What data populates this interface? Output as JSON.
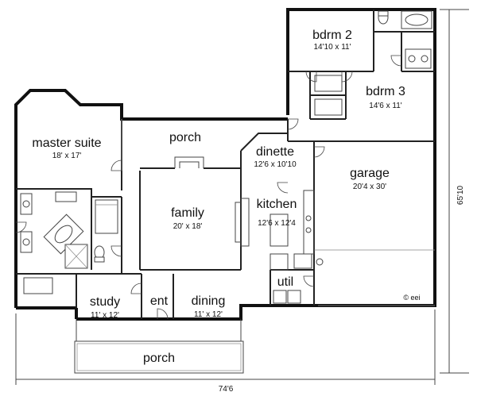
{
  "rooms": {
    "bdrm2": {
      "name": "bdrm 2",
      "size": "14'10 x 11'"
    },
    "bdrm3": {
      "name": "bdrm 3",
      "size": "14'6 x 11'"
    },
    "master": {
      "name": "master suite",
      "size": "18' x 17'"
    },
    "porch_top": {
      "name": "porch"
    },
    "dinette": {
      "name": "dinette",
      "size": "12'6 x 10'10"
    },
    "garage": {
      "name": "garage",
      "size": "20'4 x 30'"
    },
    "family": {
      "name": "family",
      "size": "20' x 18'"
    },
    "kitchen": {
      "name": "kitchen",
      "size": "12'6 x 12'4"
    },
    "util": {
      "name": "util"
    },
    "study": {
      "name": "study",
      "size": "11' x 12'"
    },
    "ent": {
      "name": "ent"
    },
    "dining": {
      "name": "dining",
      "size": "11' x 12'"
    },
    "porch_bottom": {
      "name": "porch"
    }
  },
  "dimensions": {
    "width": "74'6",
    "depth": "65'10"
  },
  "copyright": "© eei"
}
